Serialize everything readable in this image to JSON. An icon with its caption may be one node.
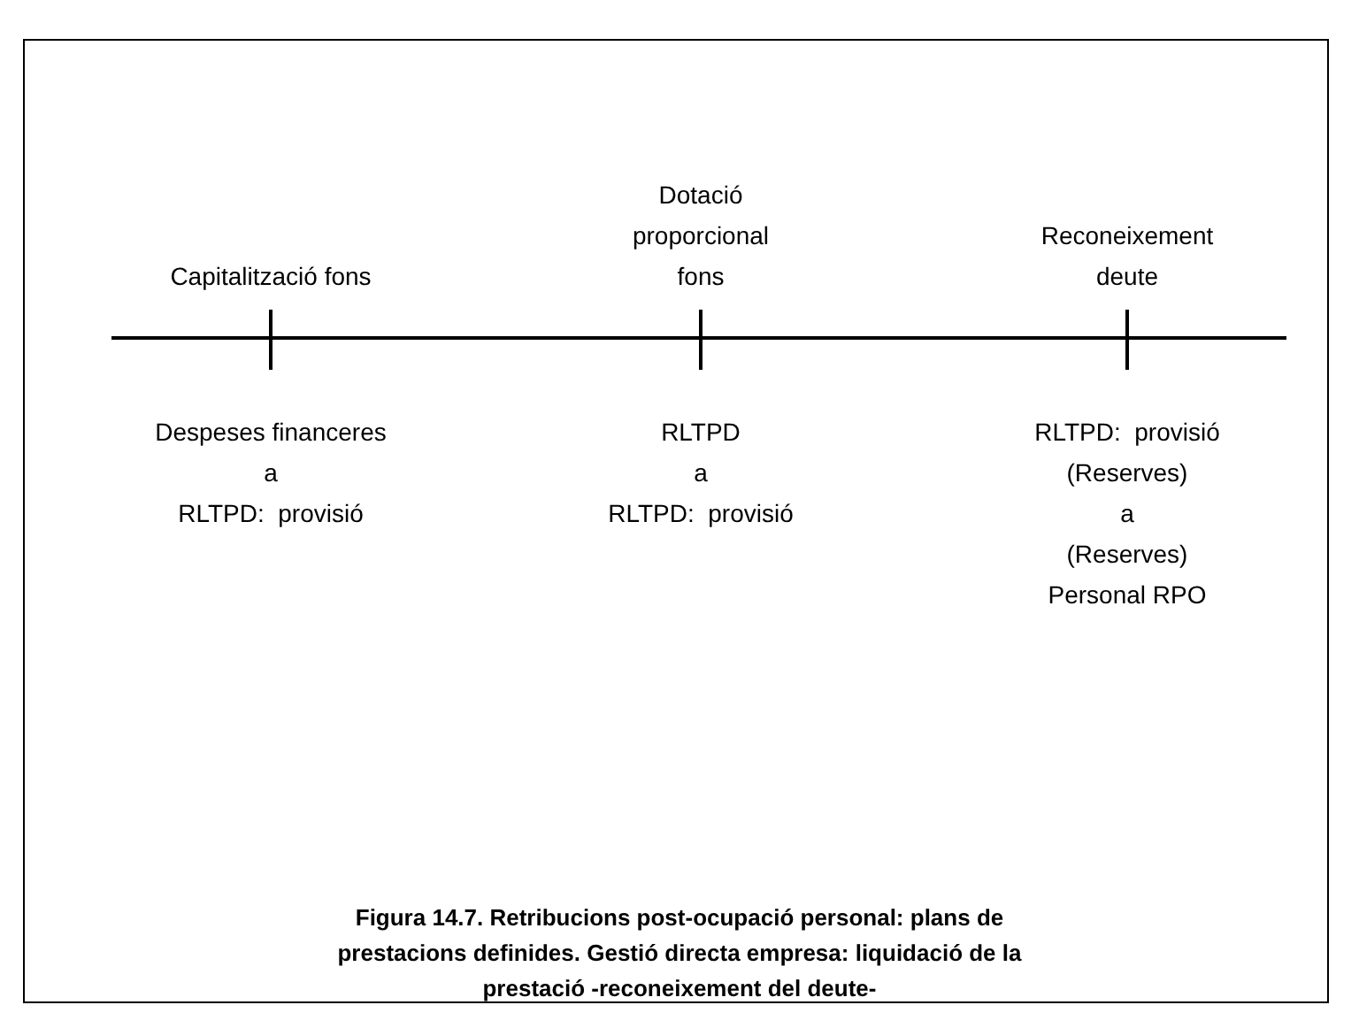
{
  "diagram": {
    "caption": "Figura 14.7. Retribucions post-ocupació personal: plans de prestacions definides. Gestió directa empresa: liquidació de la prestació -reconeixement del deute-",
    "labels": [
      "Capitalització fons",
      "Dotació proporcional fons",
      "Reconeixement deute",
      "Despeses financeres",
      "a",
      "RLTPD:  provisió",
      "RLTPD",
      "a",
      "RLTPD:  provisió",
      "RLTPD:  provisió",
      "(Reserves)",
      "a",
      "(Reserves)",
      "Personal RPO"
    ]
  }
}
